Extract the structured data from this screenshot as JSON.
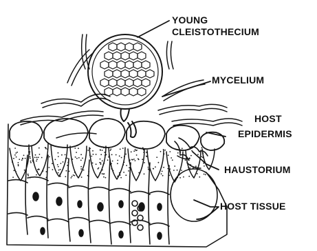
{
  "labels": {
    "cleistothecium_line1": "YOUNG",
    "cleistothecium_line2": "CLEISTOTHECIUM",
    "mycelium": "MYCELIUM",
    "epidermis_line1": "HOST",
    "epidermis_line2": "EPIDERMIS",
    "haustorium": "HAUSTORIUM",
    "host_tissue": "HOST TISSUE"
  },
  "colors": {
    "ink": "#151515",
    "background": "#ffffff"
  }
}
